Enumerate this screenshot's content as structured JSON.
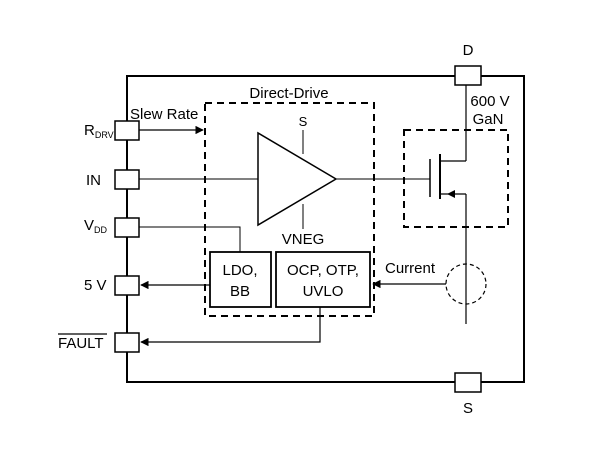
{
  "pins": {
    "drain": "D",
    "source": "S",
    "rdrv_main": "R",
    "rdrv_sub": "DRV",
    "in": "IN",
    "vdd_main": "V",
    "vdd_sub": "DD",
    "five_v": "5 V",
    "fault": "FAULT"
  },
  "labels": {
    "direct_drive": "Direct-Drive",
    "slew_rate": "Slew Rate",
    "gan_voltage": "600 V",
    "gan": "GaN",
    "amp_top": "S",
    "vneg": "VNEG",
    "current": "Current"
  },
  "blocks": {
    "ldo_line1": "LDO,",
    "ldo_line2": "BB",
    "prot_line1": "OCP, OTP,",
    "prot_line2": "UVLO"
  }
}
